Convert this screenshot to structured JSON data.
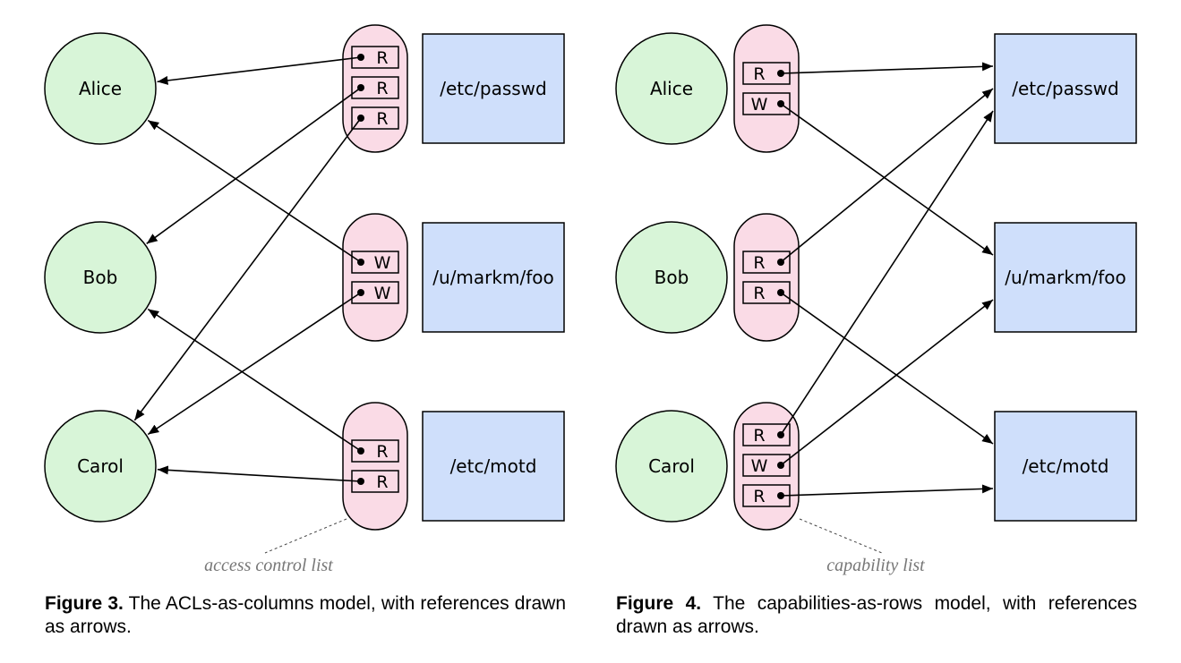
{
  "figure3": {
    "subjects": [
      "Alice",
      "Bob",
      "Carol"
    ],
    "objects": [
      "/etc/passwd",
      "/u/markm/foo",
      "/etc/motd"
    ],
    "lists": [
      {
        "object": "/etc/passwd",
        "cells": [
          {
            "perm": "R",
            "subject": "Alice"
          },
          {
            "perm": "R",
            "subject": "Bob"
          },
          {
            "perm": "R",
            "subject": "Carol"
          }
        ]
      },
      {
        "object": "/u/markm/foo",
        "cells": [
          {
            "perm": "W",
            "subject": "Alice"
          },
          {
            "perm": "W",
            "subject": "Carol"
          }
        ]
      },
      {
        "object": "/etc/motd",
        "cells": [
          {
            "perm": "R",
            "subject": "Bob"
          },
          {
            "perm": "R",
            "subject": "Carol"
          }
        ]
      }
    ],
    "annotation": "access control list",
    "caption_label": "Figure 3.",
    "caption_text": "The ACLs-as-columns model, with references drawn as arrows."
  },
  "figure4": {
    "subjects": [
      "Alice",
      "Bob",
      "Carol"
    ],
    "objects": [
      "/etc/passwd",
      "/u/markm/foo",
      "/etc/motd"
    ],
    "lists": [
      {
        "subject": "Alice",
        "cells": [
          {
            "perm": "R",
            "object": "/etc/passwd"
          },
          {
            "perm": "W",
            "object": "/u/markm/foo"
          }
        ]
      },
      {
        "subject": "Bob",
        "cells": [
          {
            "perm": "R",
            "object": "/etc/passwd"
          },
          {
            "perm": "R",
            "object": "/etc/motd"
          }
        ]
      },
      {
        "subject": "Carol",
        "cells": [
          {
            "perm": "R",
            "object": "/etc/passwd"
          },
          {
            "perm": "W",
            "object": "/u/markm/foo"
          },
          {
            "perm": "R",
            "object": "/etc/motd"
          }
        ]
      }
    ],
    "annotation": "capability list",
    "caption_label": "Figure 4.",
    "caption_text": "The capabilities-as-rows model, with references drawn as arrows."
  },
  "colors": {
    "subject_fill": "#d8f5d8",
    "list_fill": "#fadbe6",
    "object_fill": "#cfdffb",
    "stroke": "#000000",
    "annotation_text": "#777777"
  }
}
